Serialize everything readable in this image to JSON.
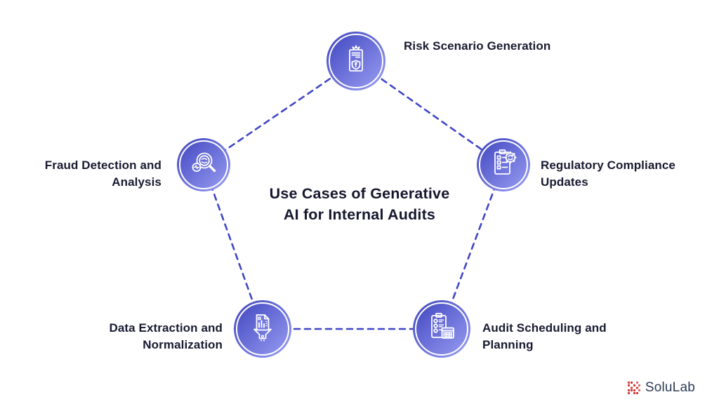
{
  "title": {
    "text": "Use Cases of Generative AI for Internal Audits",
    "lines": [
      "Use Cases of Generative",
      "AI for Internal Audits"
    ]
  },
  "nodes": [
    {
      "id": "risk-scenario-generation",
      "label": "Risk Scenario Generation",
      "lines": [
        "Risk Scenario Generation"
      ],
      "icon": "shield-report-gear-icon",
      "position": "top"
    },
    {
      "id": "fraud-detection-analysis",
      "label": "Fraud Detection and Analysis",
      "lines": [
        "Fraud Detection and",
        "Analysis"
      ],
      "icon": "magnifier-analysis-icon",
      "position": "left"
    },
    {
      "id": "regulatory-compliance-updates",
      "label": "Regulatory Compliance Updates",
      "lines": [
        "Regulatory Compliance",
        "Updates"
      ],
      "icon": "checklist-update-gear-icon",
      "position": "right"
    },
    {
      "id": "data-extraction-normalization",
      "label": "Data Extraction and Normalization",
      "lines": [
        "Data Extraction and",
        "Normalization"
      ],
      "icon": "document-funnel-icon",
      "position": "bottom-left"
    },
    {
      "id": "audit-scheduling-planning",
      "label": "Audit Scheduling and Planning",
      "lines": [
        "Audit Scheduling and",
        "Planning"
      ],
      "icon": "clipboard-calendar-icon",
      "position": "bottom-right"
    }
  ],
  "logo": {
    "text": "SoluLab",
    "icon": "pixel-grid-logo-icon"
  },
  "colors": {
    "background": "#ffffff",
    "node_gradient_start": "#3e44bc",
    "node_gradient_end": "#9ba0f2",
    "node_ring": "#ffffff",
    "connector": "#3f46c6",
    "title_text": "#16172e",
    "label_text": "#191a30",
    "logo_text": "#2d3b57",
    "logo_icon": "#d43c3c"
  }
}
